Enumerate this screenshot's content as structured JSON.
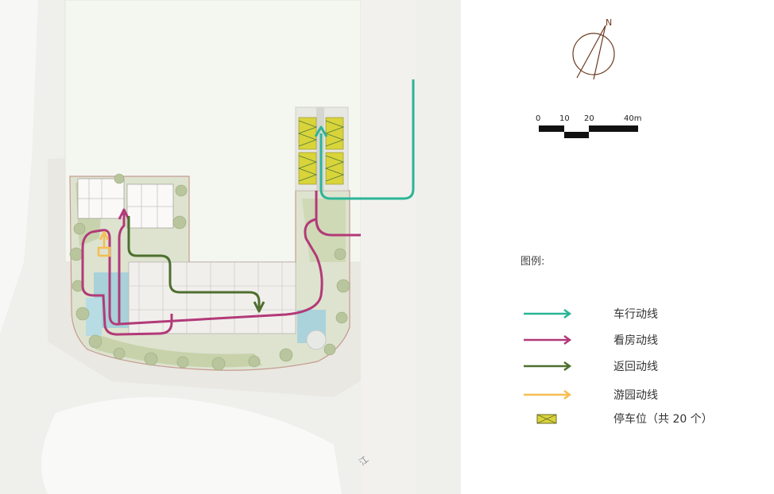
{
  "legend": {
    "title": "图例:",
    "items": [
      {
        "label": "车行动线",
        "color": "#2bb597",
        "kind": "arrow"
      },
      {
        "label": "看房动线",
        "color": "#b23a78",
        "kind": "arrow"
      },
      {
        "label": "返回动线",
        "color": "#4e6f2f",
        "kind": "arrow"
      },
      {
        "label": "游园动线",
        "color": "#f5bd52",
        "kind": "arrow"
      },
      {
        "label": "停车位（共 20 个）",
        "color": "#d9d43a",
        "kind": "parking"
      }
    ]
  },
  "scale_bar": {
    "ticks": [
      "0",
      "10",
      "20",
      "40m"
    ]
  },
  "compass": {
    "north_label": "N"
  },
  "map": {
    "river_label": "江"
  }
}
